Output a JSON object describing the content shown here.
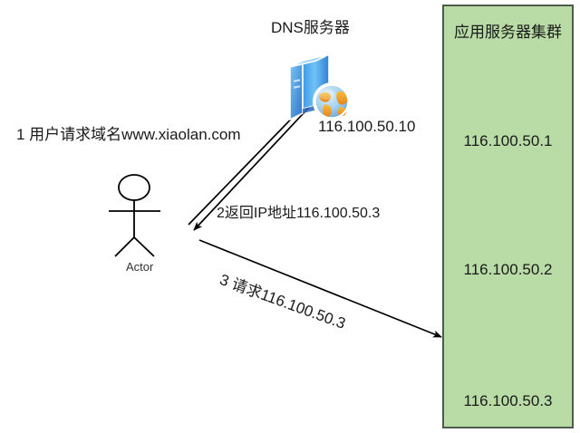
{
  "diagram": {
    "type": "dns-resolution-flow",
    "background_color": "#ffffff",
    "dns_server": {
      "title": "DNS服务器",
      "ip": "116.100.50.10",
      "icon": "server-globe-icon"
    },
    "actor": {
      "label": "Actor",
      "icon": "stick-figure-icon"
    },
    "steps": [
      {
        "id": 1,
        "label": "1 用户请求域名www.xiaolan.com"
      },
      {
        "id": 2,
        "label": "2返回IP地址116.100.50.3"
      },
      {
        "id": 3,
        "label": "3 请求116.100.50.3"
      }
    ],
    "cluster": {
      "title": "应用服务器集群",
      "fill_color": "#b9dca6",
      "border_color": "#4d5b4a",
      "nodes": [
        {
          "ip": "116.100.50.1",
          "icon": "server-globe-icon"
        },
        {
          "ip": "116.100.50.2",
          "icon": "server-globe-icon"
        },
        {
          "ip": "116.100.50.3",
          "icon": "server-globe-icon"
        }
      ]
    },
    "colors": {
      "server_blue_light": "#63b9f0",
      "server_blue_dark": "#2a6fd4",
      "globe_ocean": "#a8d4f2",
      "globe_land": "#f0a020",
      "arrow": "#000000",
      "text": "#1a1a1a"
    }
  }
}
